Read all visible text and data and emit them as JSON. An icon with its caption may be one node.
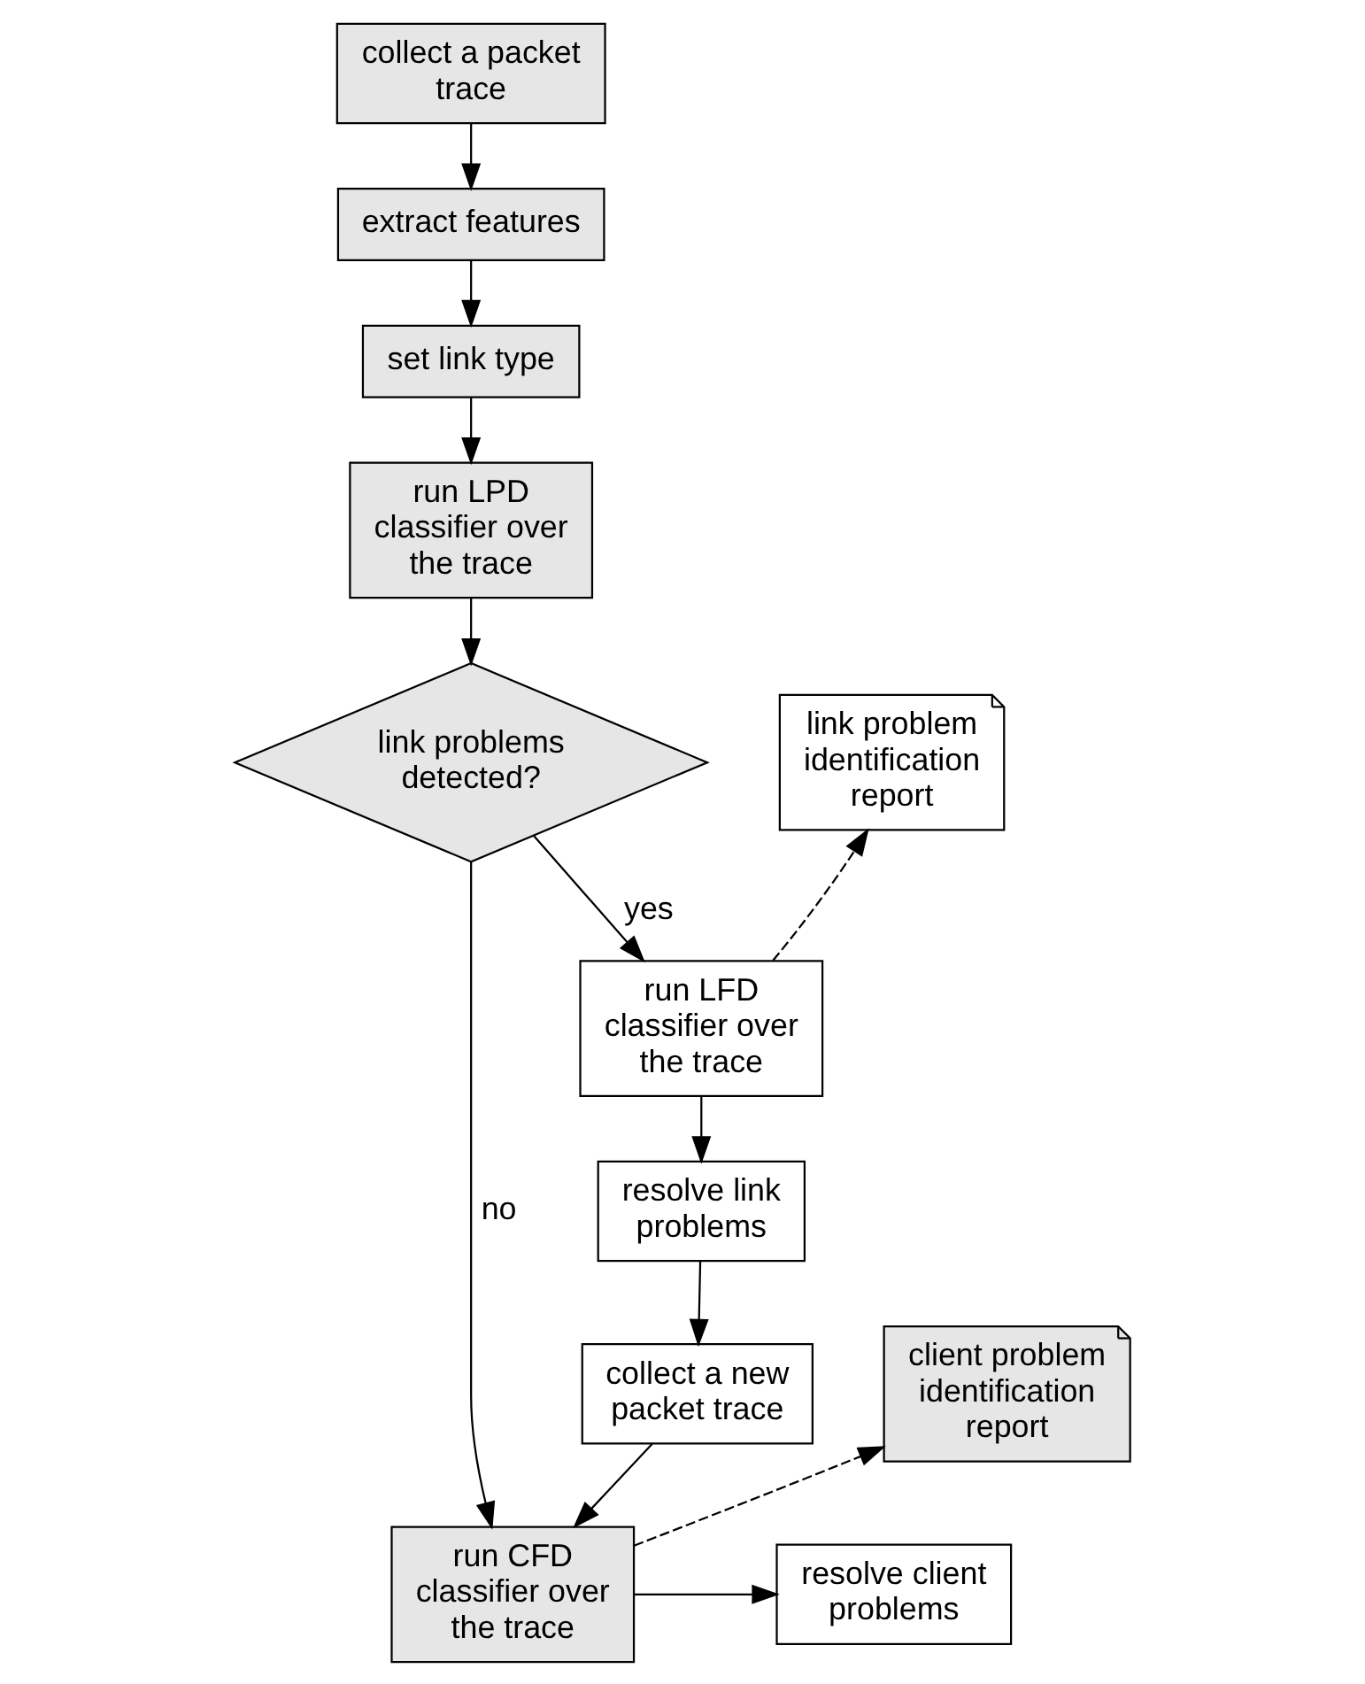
{
  "diagram": {
    "nodes": [
      {
        "text": [
          "collect a packet trace"
        ]
      },
      {
        "text": [
          "extract features"
        ]
      },
      {
        "text": [
          "set link type"
        ]
      },
      {
        "text": [
          "run LPD classifier over the trace"
        ]
      },
      {
        "text": [
          "link problems detected?"
        ]
      },
      {
        "text": [
          "link problem identification report"
        ]
      },
      {
        "text": [
          "run LFD classifier over the trace"
        ]
      },
      {
        "text": [
          "resolve link problems"
        ]
      },
      {
        "text": [
          "collect a new packet trace"
        ]
      },
      {
        "text": [
          "run CFD classifier over the trace"
        ]
      },
      {
        "text": [
          "client problem identification report"
        ]
      },
      {
        "text": [
          "resolve client problems"
        ]
      }
    ],
    "edges": [
      {
        "from": 0,
        "to": 1,
        "arrow": "to"
      },
      {
        "from": 1,
        "to": 2,
        "arrow": "to"
      },
      {
        "from": 2,
        "to": 3,
        "arrow": "to"
      },
      {
        "from": 3,
        "to": 4,
        "arrow": "to"
      },
      {
        "from": 4,
        "to": 6,
        "arrow": "to",
        "label": "yes"
      },
      {
        "from": 4,
        "to": 9,
        "arrow": "to",
        "label": "no"
      },
      {
        "from": 6,
        "to": 5,
        "arrow": "to",
        "style": "dashed"
      },
      {
        "from": 6,
        "to": 7,
        "arrow": "to"
      },
      {
        "from": 7,
        "to": 8,
        "arrow": "to"
      },
      {
        "from": 8,
        "to": 9,
        "arrow": "to"
      },
      {
        "from": 9,
        "to": 10,
        "arrow": "to",
        "style": "dashed"
      },
      {
        "from": 9,
        "to": 11,
        "arrow": "to"
      }
    ]
  }
}
